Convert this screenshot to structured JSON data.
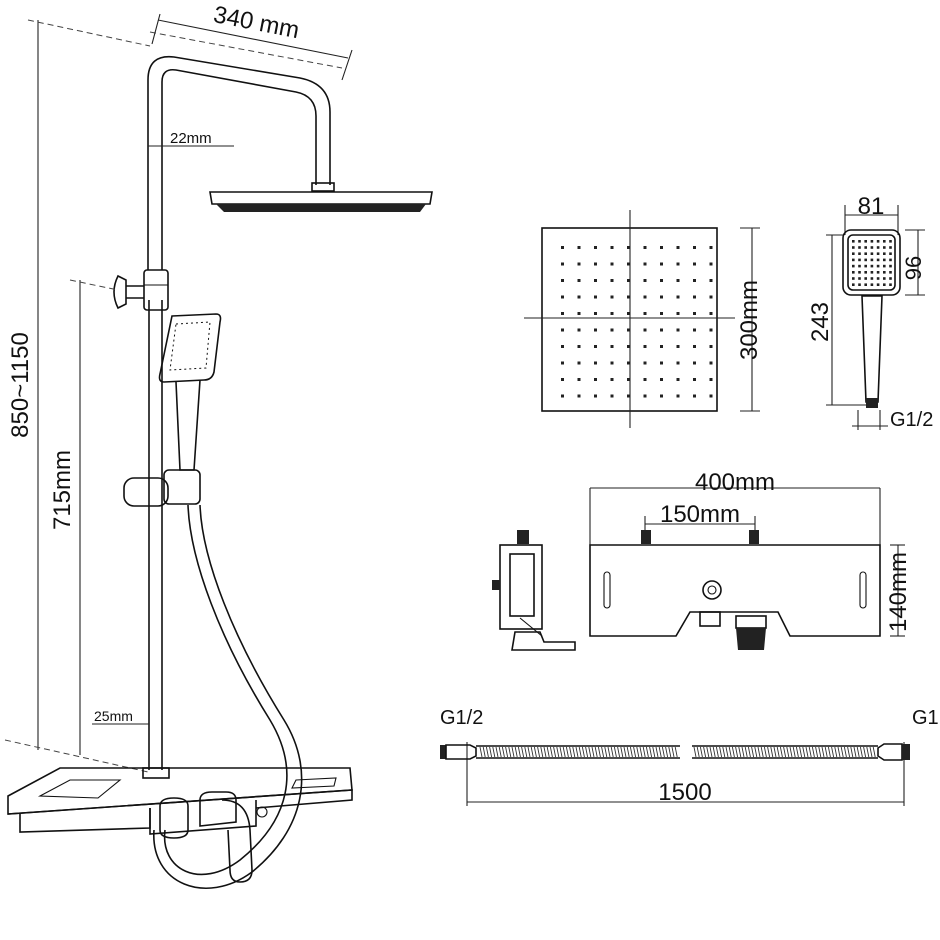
{
  "labels": {
    "arm_length": "340 mm",
    "pipe_upper": "22mm",
    "pipe_lower": "25mm",
    "total_height": "850~1150",
    "rail_height": "715mm",
    "head_size": "300mm",
    "hand_width": "81",
    "hand_head_height": "96",
    "hand_total": "243",
    "hand_thread": "G1/2",
    "mixer_width": "400mm",
    "mixer_centers": "150mm",
    "mixer_height": "140mm",
    "hose_thread_left": "G1/2",
    "hose_thread_right": "G1",
    "hose_length": "1500"
  },
  "colors": {
    "line": "#111111",
    "fill": "#222222"
  }
}
